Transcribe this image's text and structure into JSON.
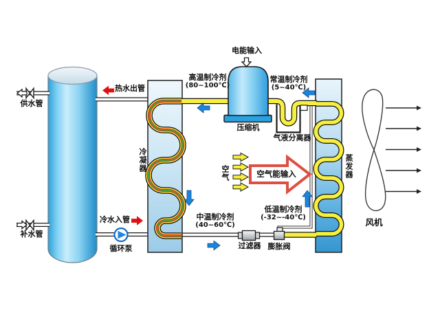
{
  "colors": {
    "arrow_red": "#e01010",
    "arrow_blue": "#1c84da",
    "arrow_yellow": "#f7ef3f",
    "pipe_yellow": "#f7ef3f",
    "coil_red": "#e23222",
    "coil_green": "#2fae46",
    "tank_blue": "#2f9fd8",
    "big_arrow_border": "#dd4f42"
  },
  "tank": {
    "supply_pipe": "供水管",
    "makeup_pipe": "补水管",
    "hot_water_out": "热水出管",
    "cold_water_in": "冷水入管",
    "pump": "循环泵"
  },
  "condenser": {
    "name": "冷凝器"
  },
  "evaporator": {
    "name": "蒸发器"
  },
  "compressor": {
    "name": "压缩机",
    "power_input": "电能输入"
  },
  "separator": {
    "name": "气液分离器"
  },
  "filter": {
    "name": "过滤器"
  },
  "expansion_valve": {
    "name": "膨胀阀"
  },
  "fan": {
    "name": "风机"
  },
  "air": {
    "name": "空气",
    "energy_input": "空气能输入"
  },
  "refrigerant": {
    "high": {
      "name": "高温制冷剂",
      "temp": "(80~100℃)"
    },
    "normal": {
      "name": "常温制冷剂",
      "temp": "(5~40℃)"
    },
    "mid": {
      "name": "中温制冷剂",
      "temp": "(40~60℃)"
    },
    "low": {
      "name": "低温制冷剂",
      "temp": "(-32~-40℃)"
    }
  }
}
